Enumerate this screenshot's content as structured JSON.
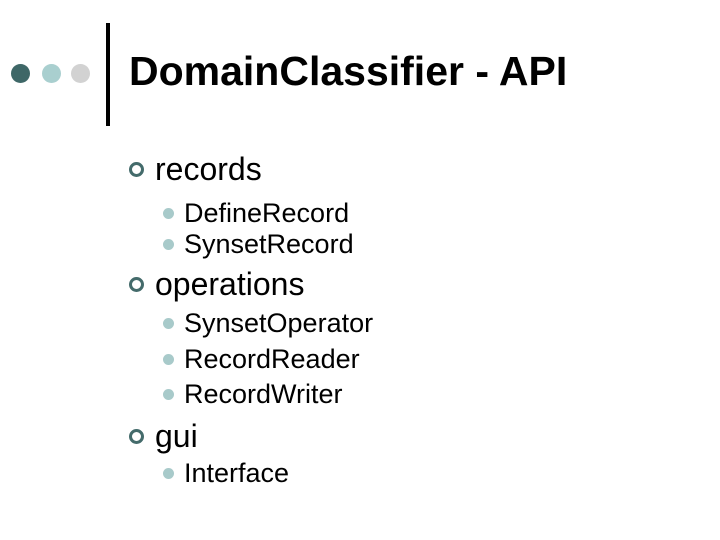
{
  "slide": {
    "title": "DomainClassifier - API",
    "sections": [
      {
        "label": "records",
        "items": [
          "DefineRecord",
          "SynsetRecord"
        ]
      },
      {
        "label": "operations",
        "items": [
          "SynsetOperator",
          "RecordReader",
          "RecordWriter"
        ]
      },
      {
        "label": "gui",
        "items": [
          "Interface"
        ]
      }
    ],
    "colors": {
      "background": "#FFFFFF",
      "title_text": "#000000",
      "body_text": "#000000",
      "divider": "#000000",
      "dot_1": "#3E6767",
      "dot_2": "#A9CFCF",
      "dot_3": "#D2D2D2",
      "bullet_ring": "#446B6B",
      "sub_bullet": "#A8CACA"
    }
  }
}
